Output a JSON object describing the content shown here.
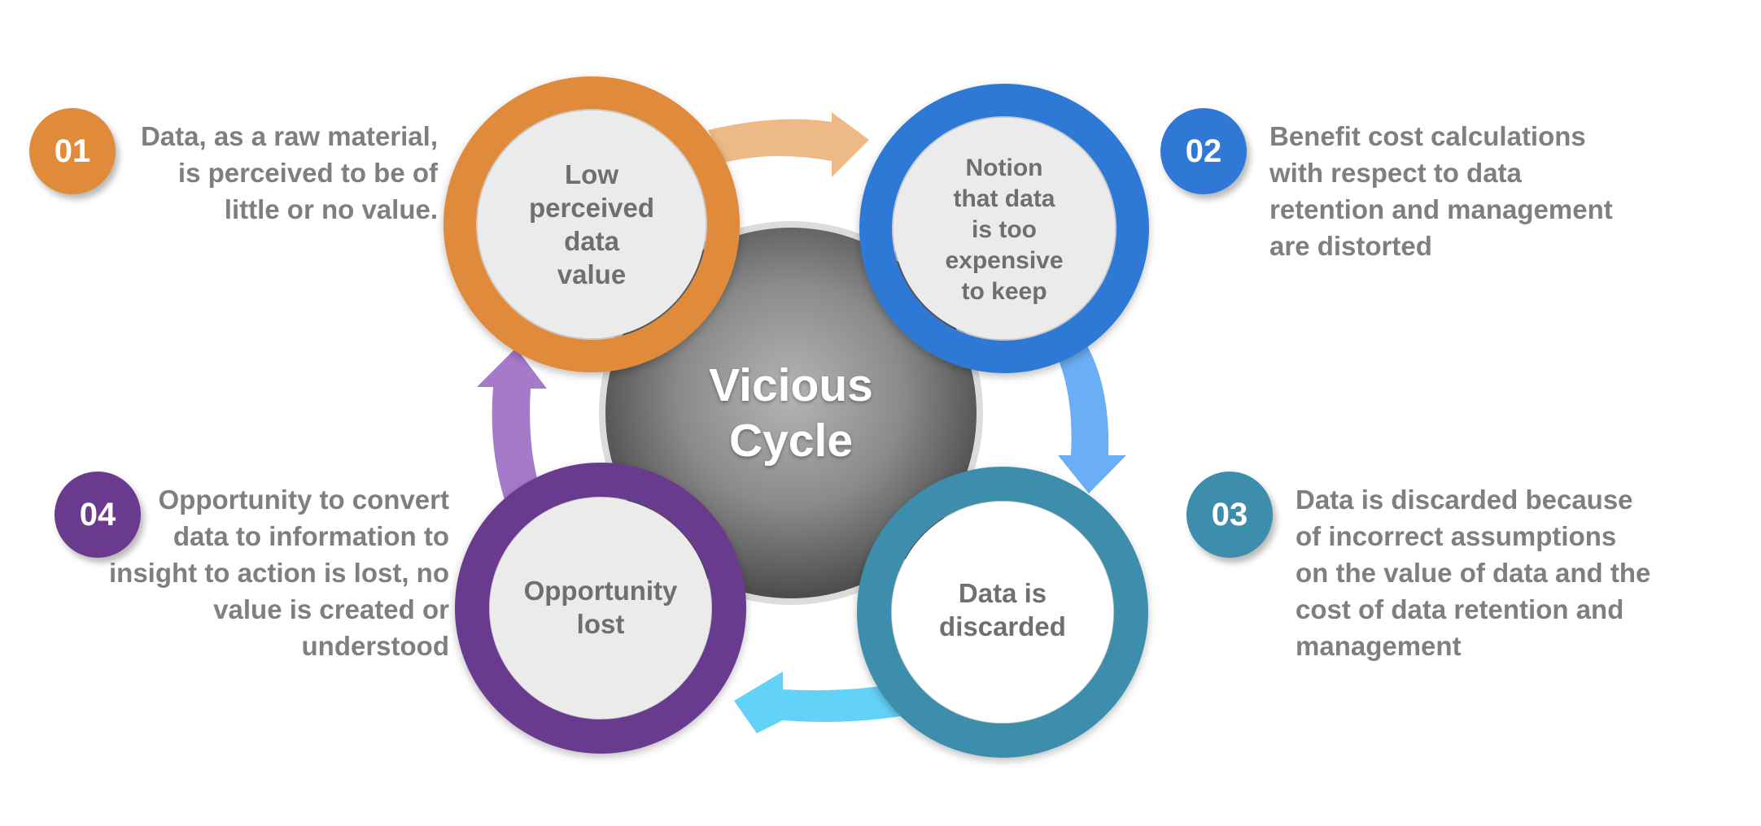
{
  "center": {
    "lines": [
      "Vicious",
      "Cycle"
    ]
  },
  "nodes": [
    {
      "id": "low-perceived-value",
      "lines": [
        "Low",
        "perceived",
        "data",
        "value"
      ],
      "color": "#E08B3A"
    },
    {
      "id": "too-expensive",
      "lines": [
        "Notion",
        "that data",
        "is too",
        "expensive",
        "to keep"
      ],
      "color": "#2F78D6"
    },
    {
      "id": "data-discarded",
      "lines": [
        "Data is",
        "discarded"
      ],
      "color": "#3D8DAD"
    },
    {
      "id": "opportunity-lost",
      "lines": [
        "Opportunity",
        "lost"
      ],
      "color": "#693A8E"
    }
  ],
  "arrows": [
    {
      "from": "low-perceived-value",
      "to": "too-expensive",
      "color": "#EDB987"
    },
    {
      "from": "too-expensive",
      "to": "data-discarded",
      "color": "#6AAEF5"
    },
    {
      "from": "data-discarded",
      "to": "opportunity-lost",
      "color": "#63D2F7"
    },
    {
      "from": "opportunity-lost",
      "to": "low-perceived-value",
      "color": "#A57AC9"
    }
  ],
  "callouts": [
    {
      "number": "01",
      "color": "#E08B3A",
      "lines": [
        "Data, as a raw material,",
        "is perceived to be of",
        "little or no value."
      ]
    },
    {
      "number": "02",
      "color": "#2F78D6",
      "lines": [
        "Benefit cost calculations",
        "with respect to data",
        "retention and management",
        "are distorted"
      ]
    },
    {
      "number": "03",
      "color": "#3D8DAD",
      "lines": [
        "Data is discarded because",
        "of incorrect assumptions",
        "on the value of data and the",
        "cost of data retention and",
        "management"
      ]
    },
    {
      "number": "04",
      "color": "#693A8E",
      "lines": [
        "Opportunity to convert",
        "data to information to",
        "insight to action is lost, no",
        "value is created or",
        "understood"
      ]
    }
  ]
}
